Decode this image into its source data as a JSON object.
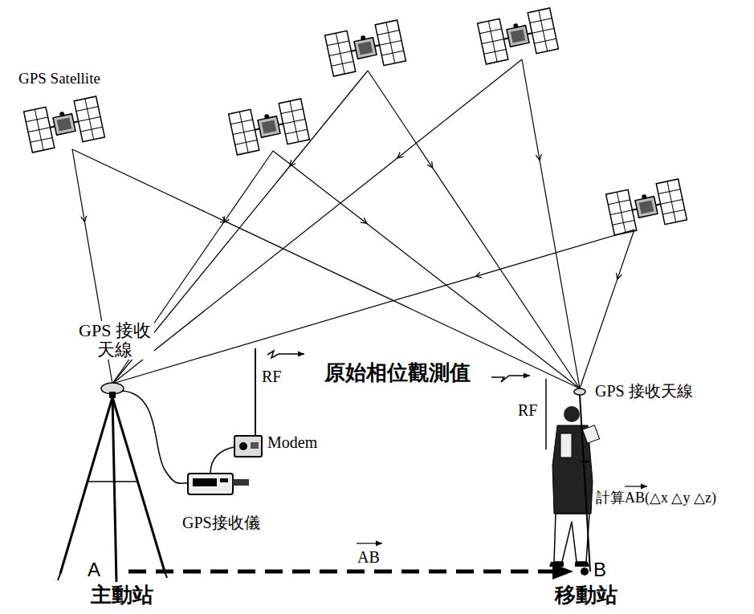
{
  "diagram": {
    "labels": [
      "GPS Satellite",
      "GPS 接收天線",
      "RF",
      "原始相位觀測值",
      "Modem",
      "RF",
      "GPS 接收天線",
      "GPS接收儀",
      "AB",
      "計算AB(△x △y △z)",
      "A",
      "B",
      "主動站",
      "移動站"
    ]
  }
}
